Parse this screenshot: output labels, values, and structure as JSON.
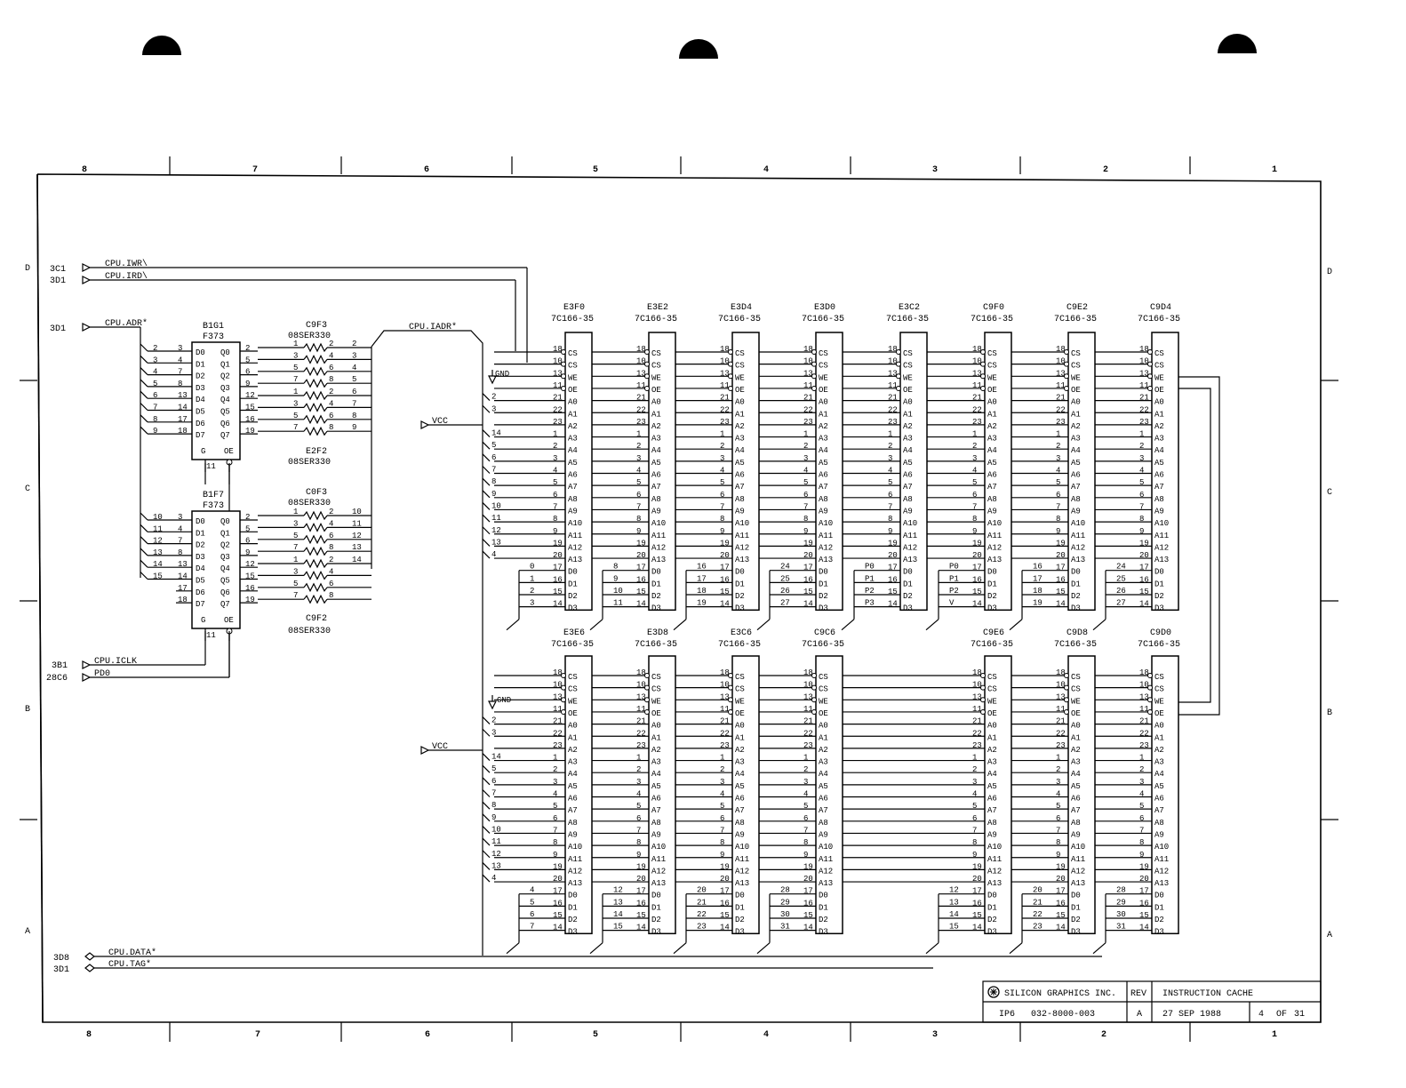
{
  "border": {
    "columns": [
      "8",
      "7",
      "6",
      "5",
      "4",
      "3",
      "2",
      "1"
    ],
    "rows": [
      "D",
      "C",
      "B",
      "A"
    ]
  },
  "ports": [
    {
      "ref": "3C1",
      "name": "CPU.IWR\\"
    },
    {
      "ref": "3D1",
      "name": "CPU.IRD\\"
    },
    {
      "ref": "3D1",
      "name": "CPU.ADR*"
    },
    {
      "ref": "3B1",
      "name": "CPU.ICLK"
    },
    {
      "ref": "28C6",
      "name": "PD0"
    },
    {
      "ref": "3D8",
      "name": "CPU.DATA*"
    },
    {
      "ref": "3D1",
      "name": "CPU.TAG*"
    }
  ],
  "net_labels": {
    "iadr": "CPU.IADR*",
    "gnd": "GND",
    "vcc": "VCC"
  },
  "latches": [
    {
      "ref": "B1G1",
      "part": "F373",
      "in_pins": [
        "D0",
        "D1",
        "D2",
        "D3",
        "D4",
        "D5",
        "D6",
        "D7"
      ],
      "out_pins": [
        "Q0",
        "Q1",
        "Q2",
        "Q3",
        "Q4",
        "Q5",
        "Q6",
        "Q7"
      ],
      "ctrl": [
        "G",
        "OE"
      ],
      "ctrl_pin": "11",
      "in_nets": [
        "2",
        "3",
        "4",
        "5",
        "6",
        "7",
        "8",
        "9"
      ],
      "in_nums": [
        "3",
        "4",
        "7",
        "8",
        "13",
        "14",
        "17",
        "18"
      ],
      "out_nums": [
        "2",
        "5",
        "6",
        "9",
        "12",
        "15",
        "16",
        "19"
      ]
    },
    {
      "ref": "B1F7",
      "part": "F373",
      "in_pins": [
        "D0",
        "D1",
        "D2",
        "D3",
        "D4",
        "D5",
        "D6",
        "D7"
      ],
      "out_pins": [
        "Q0",
        "Q1",
        "Q2",
        "Q3",
        "Q4",
        "Q5",
        "Q6",
        "Q7"
      ],
      "ctrl": [
        "G",
        "OE"
      ],
      "ctrl_pin": "11",
      "in_nets": [
        "10",
        "11",
        "12",
        "13",
        "14",
        "15",
        "",
        ""
      ],
      "in_nums": [
        "3",
        "4",
        "7",
        "8",
        "13",
        "14",
        "17",
        "18"
      ],
      "out_nums": [
        "2",
        "5",
        "6",
        "9",
        "12",
        "15",
        "16",
        "19"
      ]
    }
  ],
  "resistor_packs": [
    {
      "ref": "C9F3",
      "part": "08SER330",
      "pins": [
        [
          "1",
          "2"
        ],
        [
          "3",
          "4"
        ],
        [
          "5",
          "6"
        ],
        [
          "7",
          "8"
        ]
      ],
      "out_nets": [
        "2",
        "3",
        "4",
        "5"
      ]
    },
    {
      "ref": "E2F2",
      "part": "08SER330",
      "pins": [
        [
          "1",
          "2"
        ],
        [
          "3",
          "4"
        ],
        [
          "5",
          "6"
        ],
        [
          "7",
          "8"
        ]
      ],
      "out_nets": [
        "6",
        "7",
        "8",
        "9"
      ]
    },
    {
      "ref": "C0F3",
      "part": "08SER330",
      "pins": [
        [
          "1",
          "2"
        ],
        [
          "3",
          "4"
        ],
        [
          "5",
          "6"
        ],
        [
          "7",
          "8"
        ]
      ],
      "out_nets": [
        "10",
        "11",
        "12",
        "13"
      ]
    },
    {
      "ref": "C9F2",
      "part": "08SER330",
      "pins": [
        [
          "1",
          "2"
        ],
        [
          "3",
          "4"
        ],
        [
          "5",
          "6"
        ],
        [
          "7",
          "8"
        ]
      ],
      "out_nets": [
        "14",
        "",
        "",
        ""
      ]
    }
  ],
  "sram": {
    "part": "7C166-35",
    "pin_names": [
      "CS",
      "CS",
      "WE",
      "OE",
      "A0",
      "A1",
      "A2",
      "A3",
      "A4",
      "A5",
      "A6",
      "A7",
      "A8",
      "A9",
      "A10",
      "A11",
      "A12",
      "A13",
      "D0",
      "D1",
      "D2",
      "D3"
    ],
    "pin_nums": [
      "18",
      "10",
      "13",
      "11",
      "21",
      "22",
      "23",
      "1",
      "2",
      "3",
      "4",
      "5",
      "6",
      "7",
      "8",
      "9",
      "19",
      "20",
      "17",
      "16",
      "15",
      "14"
    ],
    "addr_nets": [
      "2",
      "3",
      "14",
      "5",
      "6",
      "7",
      "8",
      "9",
      "10",
      "11",
      "12",
      "13",
      "4"
    ],
    "top": [
      {
        "ref": "E3F0",
        "data": [
          "0",
          "1",
          "2",
          "3"
        ]
      },
      {
        "ref": "E3E2",
        "data": [
          "8",
          "9",
          "10",
          "11"
        ]
      },
      {
        "ref": "E3D4",
        "data": [
          "16",
          "17",
          "18",
          "19"
        ]
      },
      {
        "ref": "E3D0",
        "data": [
          "24",
          "25",
          "26",
          "27"
        ]
      },
      {
        "ref": "E3C2",
        "data": [
          "P0",
          "P1",
          "P2",
          "P3"
        ]
      },
      {
        "ref": "C9F0",
        "data": [
          "P0",
          "P1",
          "P2",
          "V"
        ]
      },
      {
        "ref": "C9E2",
        "data": [
          "16",
          "17",
          "18",
          "19"
        ]
      },
      {
        "ref": "C9D4",
        "data": [
          "24",
          "25",
          "26",
          "27"
        ]
      }
    ],
    "bottom": [
      {
        "ref": "E3E6",
        "data": [
          "4",
          "5",
          "6",
          "7"
        ]
      },
      {
        "ref": "E3D8",
        "data": [
          "12",
          "13",
          "14",
          "15"
        ]
      },
      {
        "ref": "E3C6",
        "data": [
          "20",
          "21",
          "22",
          "23"
        ]
      },
      {
        "ref": "C9C6",
        "data": [
          "28",
          "29",
          "30",
          "31"
        ]
      },
      {
        "ref": "C9E6",
        "data": [
          "12",
          "13",
          "14",
          "15"
        ]
      },
      {
        "ref": "C9D8",
        "data": [
          "20",
          "21",
          "22",
          "23"
        ]
      },
      {
        "ref": "C9D0",
        "data": [
          "28",
          "29",
          "30",
          "31"
        ]
      }
    ]
  },
  "title_block": {
    "company": "SILICON GRAPHICS INC.",
    "rev_label": "REV",
    "title": "INSTRUCTION CACHE",
    "board": "IP6",
    "drawing_no": "032-8000-003",
    "rev": "A",
    "date": "27 SEP 1988",
    "sheet": "4",
    "of_label": "OF",
    "total": "31"
  }
}
